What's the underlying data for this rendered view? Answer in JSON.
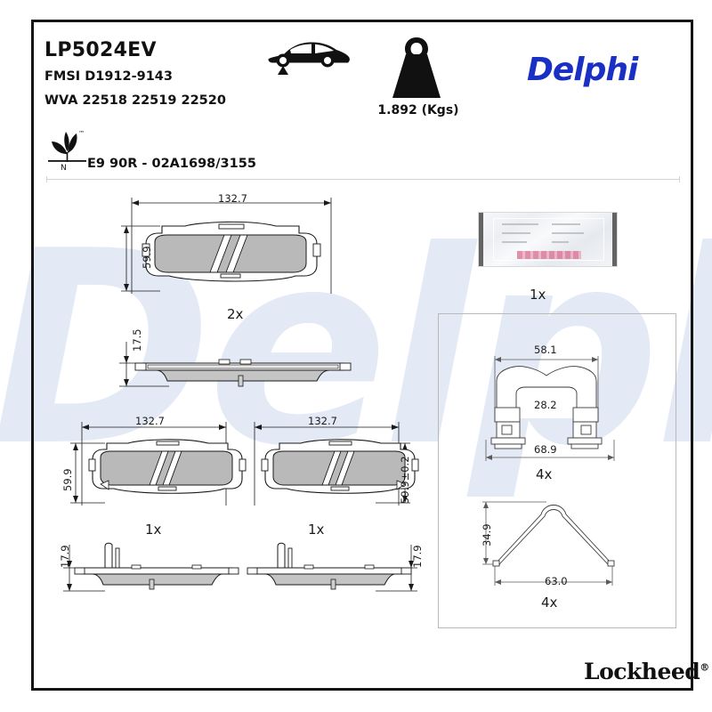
{
  "header": {
    "product_code": "LP5024EV",
    "fmsi": "FMSI D1912-9143",
    "wva": "WVA 22518 22519 22520",
    "weight": "1.892 (Kgs)",
    "brand": "Delphi",
    "ece_approval": "E9 90R - 02A1698/3155",
    "car_icon_name": "front-axle-car-icon",
    "weight_icon_name": "weight-icon",
    "leaf_icon_name": "eco-leaf-icon",
    "leaf_tm": "™",
    "leaf_letter": "N"
  },
  "watermark": "Delphi",
  "footer": {
    "logo": "Lockheed",
    "registered": "®"
  },
  "drawings": {
    "main_pad": {
      "width": "132.7",
      "height": "59.9",
      "qty": "2x"
    },
    "main_pad_profile": {
      "thickness": "17.5"
    },
    "left_pad": {
      "width": "132.7",
      "height": "59.9",
      "qty": "1x"
    },
    "right_pad": {
      "width": "132.7",
      "height": "59.9±0.2",
      "qty": "1x"
    },
    "left_pad_profile": {
      "thickness": "17.9"
    },
    "right_pad_profile": {
      "thickness": "17.9"
    },
    "grease_sachet": {
      "qty": "1x"
    },
    "shim_clip": {
      "top_width": "58.1",
      "inner_width": "28.2",
      "bottom_width": "68.9",
      "qty": "4x"
    },
    "spring_clip": {
      "height": "34.9",
      "width": "63.0",
      "qty": "4x"
    }
  },
  "colors": {
    "brand_blue": "#1a2fc4",
    "watermark_blue": "#e3eaf5",
    "frame": "#141414",
    "friction": "#b9b9b9"
  }
}
